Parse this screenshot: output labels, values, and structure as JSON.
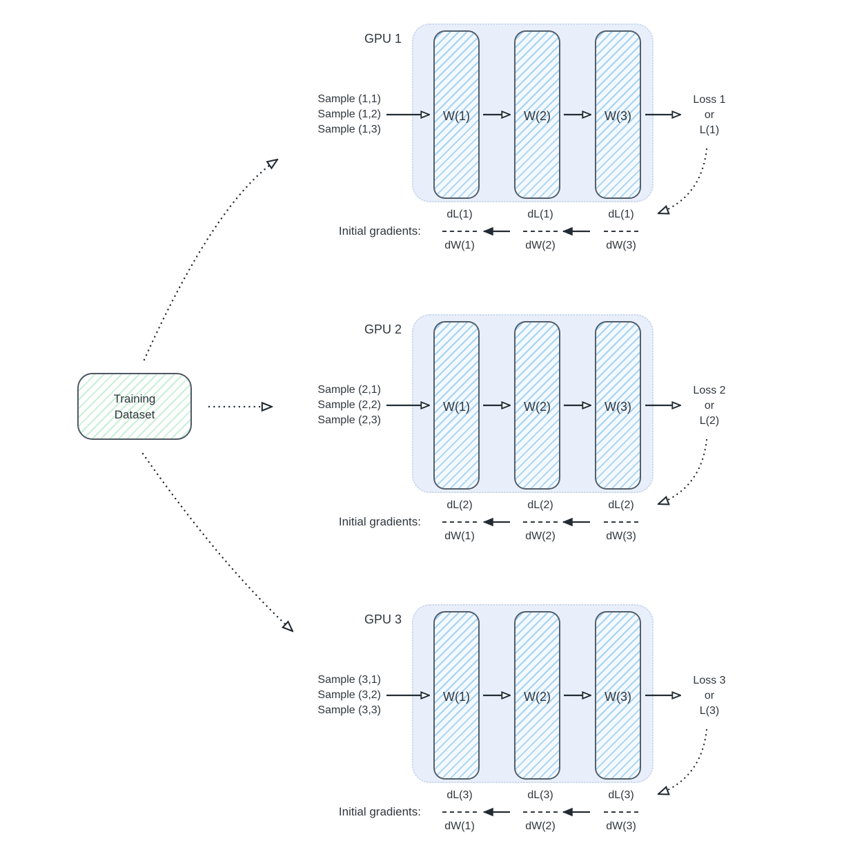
{
  "dataset": {
    "line1": "Training",
    "line2": "Dataset"
  },
  "gpus": [
    {
      "label": "GPU 1",
      "samples": [
        "Sample (1,1)",
        "Sample (1,2)",
        "Sample (1,3)"
      ],
      "weights": [
        "W(1)",
        "W(2)",
        "W(3)"
      ],
      "loss": {
        "line1": "Loss 1",
        "line2": "or",
        "line3": "L(1)"
      },
      "gradients_label": "Initial gradients:",
      "gradients": [
        {
          "num": "dL(1)",
          "den": "dW(1)"
        },
        {
          "num": "dL(1)",
          "den": "dW(2)"
        },
        {
          "num": "dL(1)",
          "den": "dW(3)"
        }
      ]
    },
    {
      "label": "GPU 2",
      "samples": [
        "Sample (2,1)",
        "Sample (2,2)",
        "Sample (2,3)"
      ],
      "weights": [
        "W(1)",
        "W(2)",
        "W(3)"
      ],
      "loss": {
        "line1": "Loss 2",
        "line2": "or",
        "line3": "L(2)"
      },
      "gradients_label": "Initial gradients:",
      "gradients": [
        {
          "num": "dL(2)",
          "den": "dW(1)"
        },
        {
          "num": "dL(2)",
          "den": "dW(2)"
        },
        {
          "num": "dL(2)",
          "den": "dW(3)"
        }
      ]
    },
    {
      "label": "GPU 3",
      "samples": [
        "Sample (3,1)",
        "Sample (3,2)",
        "Sample (3,3)"
      ],
      "weights": [
        "W(1)",
        "W(2)",
        "W(3)"
      ],
      "loss": {
        "line1": "Loss 3",
        "line2": "or",
        "line3": "L(3)"
      },
      "gradients_label": "Initial gradients:",
      "gradients": [
        {
          "num": "dL(3)",
          "den": "dW(1)"
        },
        {
          "num": "dL(3)",
          "den": "dW(2)"
        },
        {
          "num": "dL(3)",
          "den": "dW(3)"
        }
      ]
    }
  ],
  "colors": {
    "panel_fill": "#e8effb",
    "panel_border": "#c9d7ea",
    "block_fill": "#f3f9fe",
    "block_hatch": "#a6d2f2",
    "block_border": "#525e6b",
    "dataset_hatch": "#c9efd6",
    "dataset_border": "#4e5862",
    "line": "#222b33",
    "text": "#2f363d"
  }
}
